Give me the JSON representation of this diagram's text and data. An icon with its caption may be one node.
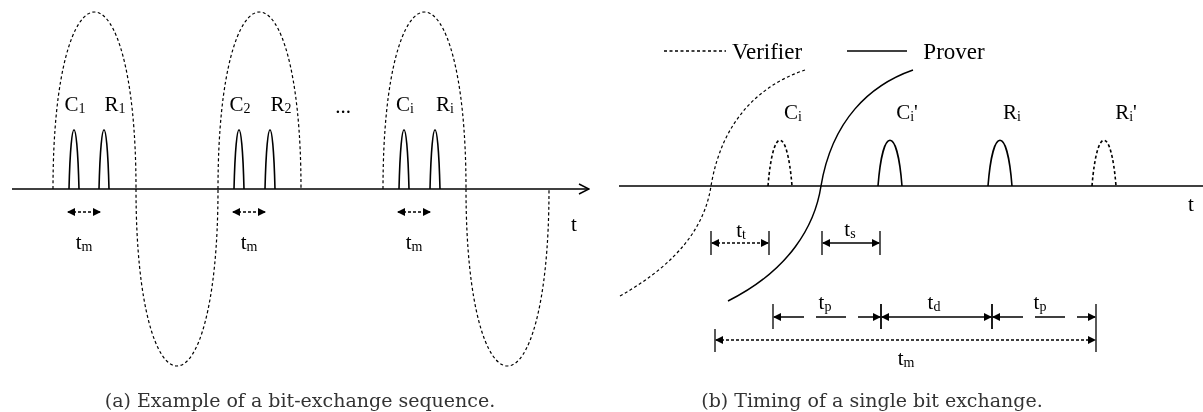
{
  "diagram": {
    "labels": [
      "C$_{1}$",
      "R$_{1}$",
      "C$_{2}$",
      "R$_{2}$",
      "...",
      "C$_{i}$",
      "R$_{i}$",
      "t$_{m}$",
      "t$_{m}$",
      "t$_{m}$",
      "t",
      "(a) Example of a bit-exchange sequence.",
      "C$_{i}$",
      "C$_{i}$'",
      "R$_{i}$",
      "R$_{i}$'",
      "t",
      "t$_{t}$",
      "t$_{s}$",
      "t$_{p}$",
      "t$_{d}$",
      "t$_{p}$",
      "t$_{m}$",
      "(b) Timing of a single bit exchange."
    ],
    "legend": [
      {
        "text": "Verifier"
      },
      {
        "text": "Prover"
      }
    ]
  }
}
